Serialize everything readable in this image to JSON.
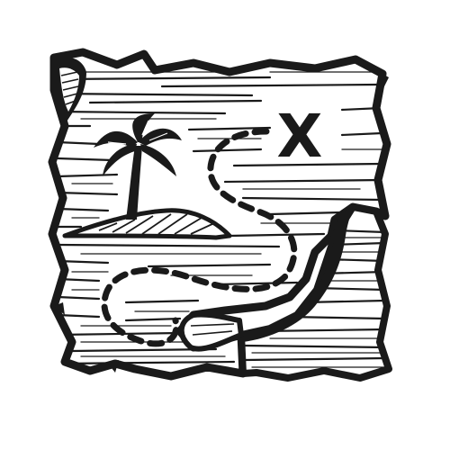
{
  "illustration": {
    "subject": "treasure-map-icon",
    "style": "woodcut-engraving",
    "ink_color": "#1a1a1a",
    "paper_color": "#ffffff",
    "x_mark": "X",
    "elements": [
      "parchment-sheet",
      "palm-tree",
      "island",
      "dashed-trail",
      "x-mark",
      "curled-corner"
    ]
  }
}
